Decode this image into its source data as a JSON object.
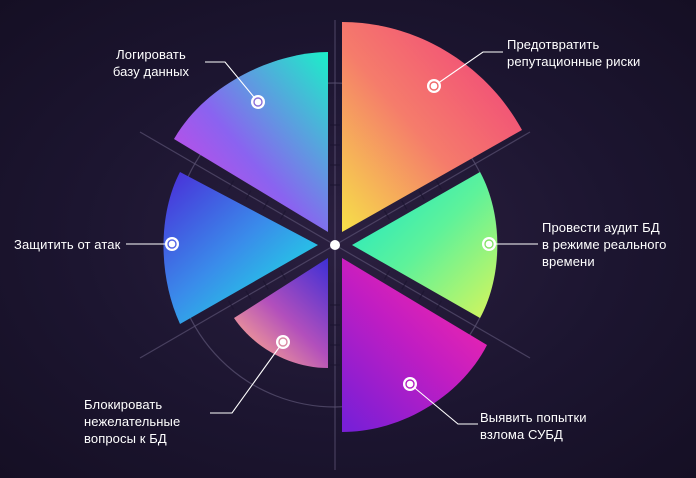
{
  "colors": {
    "background": "#1c1530",
    "ring": "#5a5172",
    "connector": "#ffffff",
    "center_dot": "#ffffff"
  },
  "segments": [
    {
      "key": "log",
      "label": "Логировать\nбазу данных",
      "colors": [
        "#1bf0c8",
        "#8a63f0",
        "#e43ee0"
      ]
    },
    {
      "key": "reputation",
      "label": "Предотвратить\nрепутационные риски",
      "colors": [
        "#f6e148",
        "#f57c6b",
        "#f03a7e"
      ]
    },
    {
      "key": "audit",
      "label": "Провести аудит БД\nв режиме реального\nвремени",
      "colors": [
        "#15e6cd",
        "#5ef29a",
        "#d8f55a"
      ]
    },
    {
      "key": "hack",
      "label": "Выявить попытки\nвзлома СУБД",
      "colors": [
        "#ff2aa5",
        "#c21dc2",
        "#7a1fd6"
      ]
    },
    {
      "key": "block",
      "label": "Блокировать\nнежелательные\nвопросы к БД",
      "colors": [
        "#3d2fd6",
        "#b24fbc",
        "#ffab8d"
      ]
    },
    {
      "key": "protect",
      "label": "Защитить от атак",
      "colors": [
        "#4a2bd8",
        "#3a8bea",
        "#18eee3"
      ]
    }
  ]
}
